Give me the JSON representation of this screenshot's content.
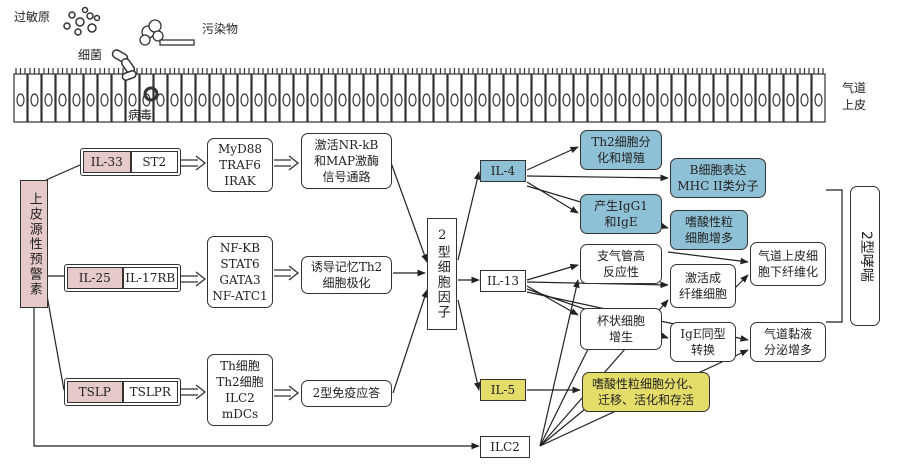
{
  "top": {
    "allergen": "过敏原",
    "bacteria": "细菌",
    "pollutant": "污染物",
    "virus": "病毒",
    "airway_epithelium": "气道\n上皮"
  },
  "alarm": "上皮源性预警素",
  "receptors": {
    "il33": {
      "ligand": "IL-33",
      "receptor": "ST2"
    },
    "il25": {
      "ligand": "IL-25",
      "receptor": "IL-17RB"
    },
    "tslp": {
      "ligand": "TSLP",
      "receptor": "TSLPR"
    }
  },
  "signals": {
    "s1": "MyD88\nTRAF6\nIRAK",
    "s2": "NF-KB\nSTAT6\nGATA3\nNF-ATC1",
    "s3": "Th细胞\nTh2细胞\nILC2\nmDCs"
  },
  "effects": {
    "e1": "激活NR-kB\n和MAP激酶\n信号通路",
    "e2": "诱导记忆Th2\n细胞极化",
    "e3": "2型免疫应答"
  },
  "cytokine": "2型细胞因子",
  "il4": "IL-4",
  "il13": "IL-13",
  "il5": "IL-5",
  "ilc2": "ILC2",
  "outcomes": {
    "th2": "Th2细胞分\n化和增殖",
    "bcell": "B细胞表达\nMHC II类分子",
    "igg": "产生IgG1\n和IgE",
    "eos_inc": "嗜酸性粒\n细胞增多",
    "hyper": "支气管高\n反应性",
    "fibro": "激活成\n纤维细胞",
    "emt": "气道上皮细\n胞下纤维化",
    "goblet": "杯状细胞\n增生",
    "ige": "IgE同型\n转换",
    "mucus": "气道黏液\n分泌增多",
    "eos_diff": "嗜酸性粒细胞分化、\n迁移、活化和存活"
  },
  "asthma": "2型哮喘"
}
